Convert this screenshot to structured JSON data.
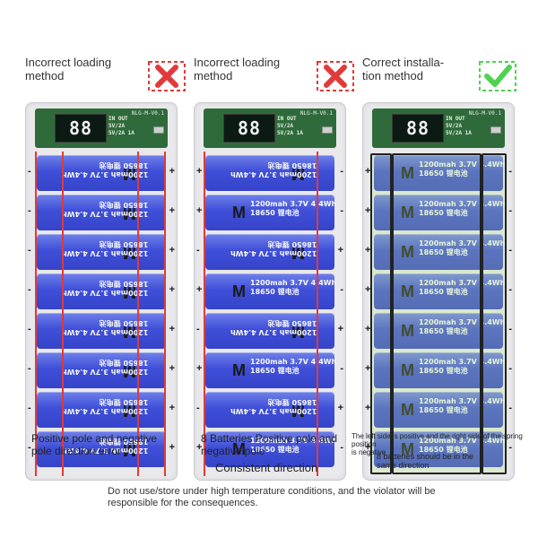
{
  "panels": [
    {
      "caption_line1": "Incorrect loading",
      "caption_line2": "method",
      "mark": "red-x",
      "below_line1": "Positive pole and negative",
      "below_line2": "pole direction error"
    },
    {
      "caption_line1": "Incorrect loading",
      "caption_line2": "method",
      "mark": "red-x",
      "below_line1": "8 Batteries Positive pole and",
      "below_line2": "negative pole"
    },
    {
      "caption_line1": "Correct installa-",
      "caption_line2": "tion method",
      "mark": "green-check",
      "below_line1": "The left side is positive and the right side of the spring position",
      "below_line2": "is negative",
      "below2_line1": "8 batteries should be in the",
      "below2_line2": "same direction"
    }
  ],
  "consistent_direction": "Consistent direction",
  "warning_line1": "Do not use/store under high temperature conditions, and the violator will be",
  "warning_line2": "responsible for the consequences.",
  "device": {
    "lcd_value": "88",
    "board_label": "NLG-M-V0.1",
    "spec_line1": "IN  OUT",
    "spec_line2": "5V/2A",
    "spec_line3": "5V/2A 1A",
    "cell_line1": "1200mah 3.7V 4.4Wh",
    "cell_line2": "18650 锂电池",
    "brand_mark": "M",
    "pole_positive": "+",
    "pole_negative": "-"
  },
  "colors": {
    "error": "#e23a3a",
    "ok": "#4fd24f",
    "cell": "#3f4fd8",
    "board": "#2f6b3a"
  }
}
